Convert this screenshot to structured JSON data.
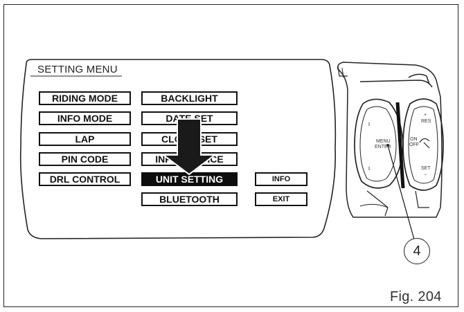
{
  "menu": {
    "title": "SETTING MENU",
    "left_column": [
      "RIDING MODE",
      "INFO MODE",
      "LAP",
      "PIN CODE",
      "DRL CONTROL"
    ],
    "middle_column": [
      "BACKLIGHT",
      "DATE SET",
      "CLOCK SET",
      "INFO SERVICE",
      "UNIT SETTING",
      "BLUETOOTH"
    ],
    "selected": "UNIT SETTING",
    "side_buttons": [
      "INFO",
      "EXIT"
    ]
  },
  "switch": {
    "up_arrow": "⇧",
    "down_arrow": "⇩",
    "center_label_line1": "MENU",
    "center_label_line2": "ENTER",
    "res_label": "RES",
    "set_label": "SET",
    "onoff_line1": "ON",
    "onoff_line2": "OFF",
    "plus": "+",
    "minus": "−"
  },
  "callout_number": "4",
  "figure_label": "Fig. 204",
  "colors": {
    "ink": "#111111",
    "selected_bg": "#0d0d0d",
    "selected_text": "#ffffff",
    "arrow_fill": "#1a1a1a"
  }
}
